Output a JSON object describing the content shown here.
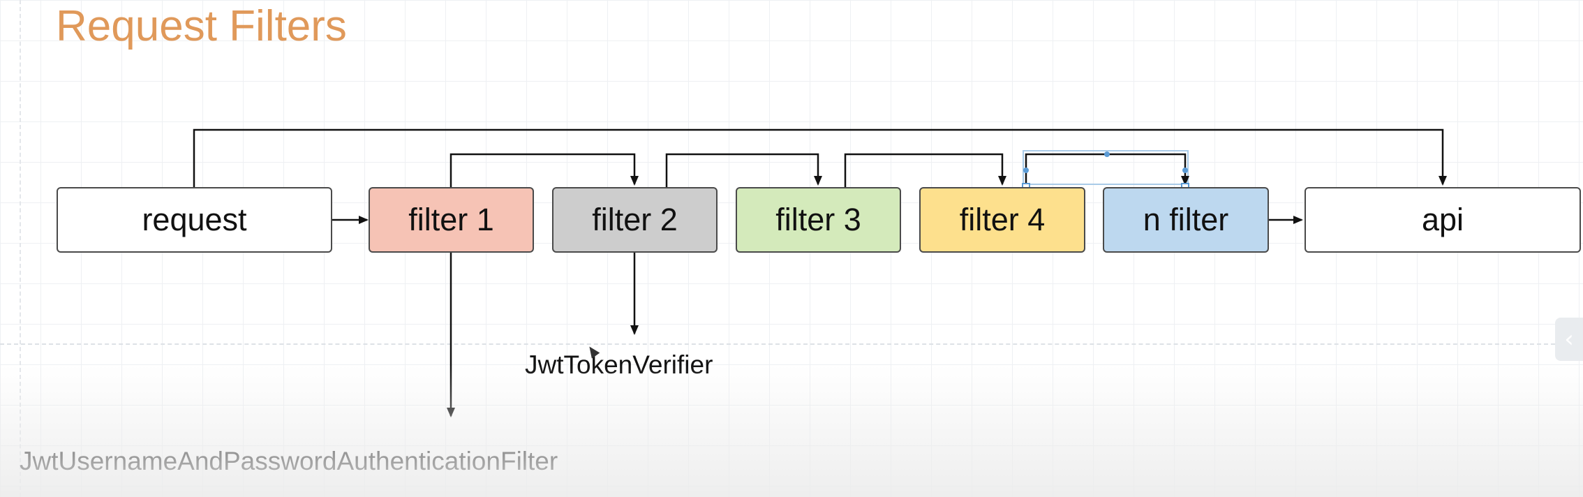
{
  "title": "Request Filters",
  "nodes": [
    {
      "id": "request",
      "label": "request",
      "color": "#ffffff"
    },
    {
      "id": "filter1",
      "label": "filter 1",
      "color": "#f6c3b5"
    },
    {
      "id": "filter2",
      "label": "filter 2",
      "color": "#cdcdcd"
    },
    {
      "id": "filter3",
      "label": "filter 3",
      "color": "#d4eabb"
    },
    {
      "id": "filter4",
      "label": "filter 4",
      "color": "#fde08d"
    },
    {
      "id": "nfilter",
      "label": "n filter",
      "color": "#bdd8ef"
    },
    {
      "id": "api",
      "label": "api",
      "color": "#ffffff"
    }
  ],
  "annotations": {
    "filter2_output": "JwtTokenVerifier",
    "filter1_output": "JwtUsernameAndPasswordAuthenticationFilter"
  },
  "colors": {
    "title": "#e0995a",
    "connector": "#111111",
    "selected_connector": "#5b9bd5"
  },
  "icons": {
    "side_tab": "chevron-left-icon"
  }
}
